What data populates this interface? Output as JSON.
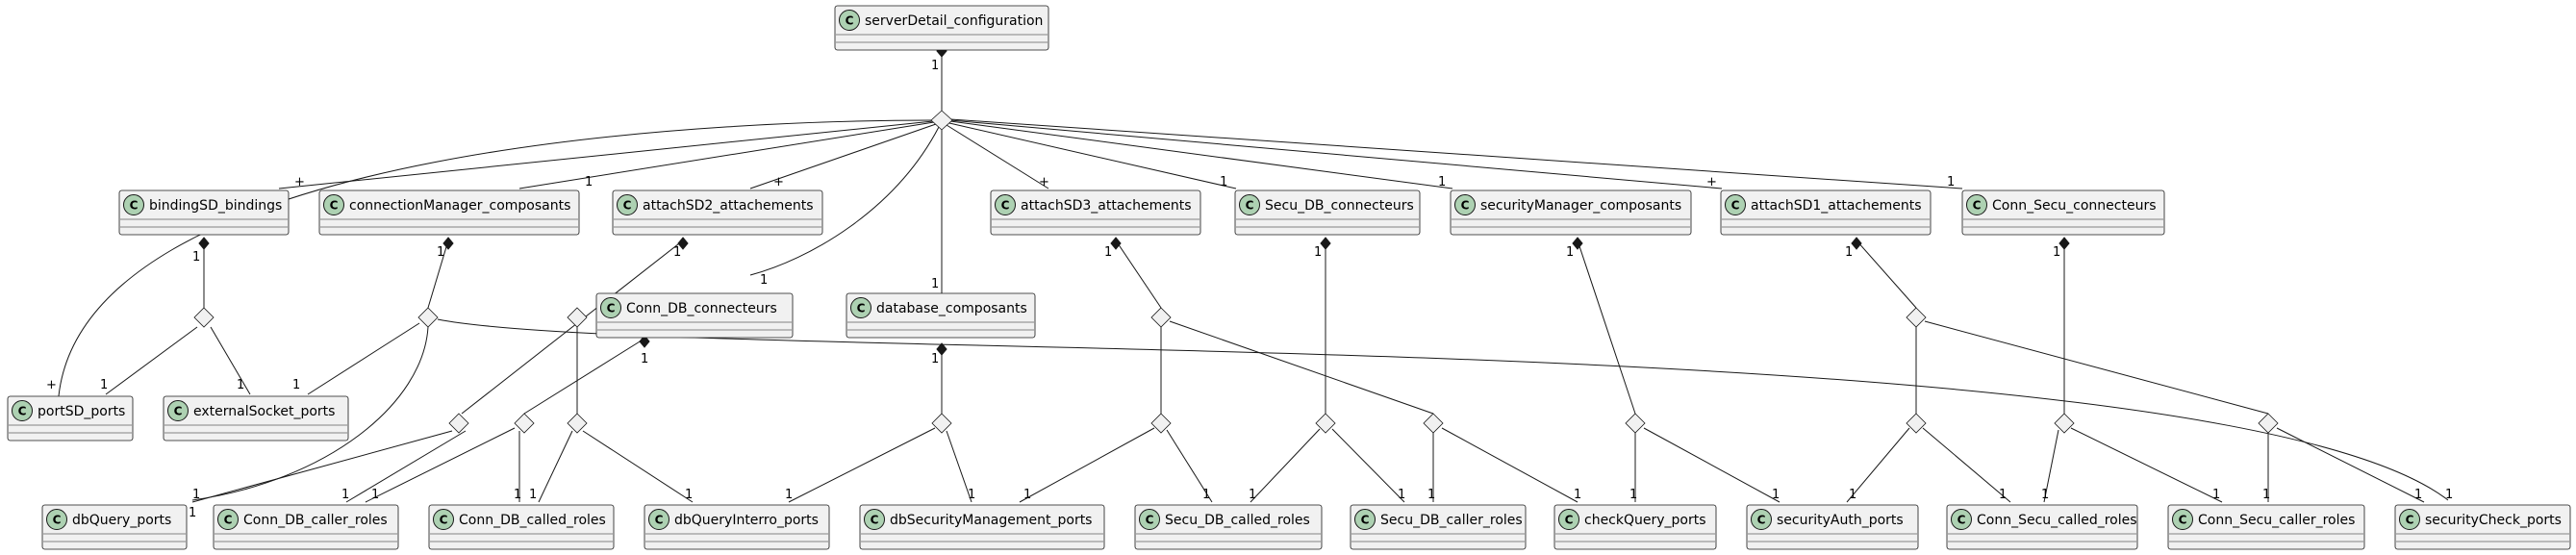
{
  "classes": [
    {
      "id": "serverDetail_configuration",
      "name": "serverDetail_configuration",
      "stereo": "C"
    },
    {
      "id": "bindingSD_bindings",
      "name": "bindingSD_bindings",
      "stereo": "C"
    },
    {
      "id": "connectionManager_composants",
      "name": "connectionManager_composants",
      "stereo": "C"
    },
    {
      "id": "attachSD2_attachements",
      "name": "attachSD2_attachements",
      "stereo": "C"
    },
    {
      "id": "Conn_DB_connecteurs",
      "name": "Conn_DB_connecteurs",
      "stereo": "C"
    },
    {
      "id": "database_composants",
      "name": "database_composants",
      "stereo": "C"
    },
    {
      "id": "attachSD3_attachements",
      "name": "attachSD3_attachements",
      "stereo": "C"
    },
    {
      "id": "Secu_DB_connecteurs",
      "name": "Secu_DB_connecteurs",
      "stereo": "C"
    },
    {
      "id": "securityManager_composants",
      "name": "securityManager_composants",
      "stereo": "C"
    },
    {
      "id": "attachSD1_attachements",
      "name": "attachSD1_attachements",
      "stereo": "C"
    },
    {
      "id": "Conn_Secu_connecteurs",
      "name": "Conn_Secu_connecteurs",
      "stereo": "C"
    },
    {
      "id": "portSD_ports",
      "name": "portSD_ports",
      "stereo": "C"
    },
    {
      "id": "externalSocket_ports",
      "name": "externalSocket_ports",
      "stereo": "C"
    },
    {
      "id": "dbQuery_ports",
      "name": "dbQuery_ports",
      "stereo": "C"
    },
    {
      "id": "Conn_DB_caller_roles",
      "name": "Conn_DB_caller_roles",
      "stereo": "C"
    },
    {
      "id": "Conn_DB_called_roles",
      "name": "Conn_DB_called_roles",
      "stereo": "C"
    },
    {
      "id": "dbQueryInterro_ports",
      "name": "dbQueryInterro_ports",
      "stereo": "C"
    },
    {
      "id": "dbSecurityManagement_ports",
      "name": "dbSecurityManagement_ports",
      "stereo": "C"
    },
    {
      "id": "Secu_DB_called_roles",
      "name": "Secu_DB_called_roles",
      "stereo": "C"
    },
    {
      "id": "Secu_DB_caller_roles",
      "name": "Secu_DB_caller_roles",
      "stereo": "C"
    },
    {
      "id": "checkQuery_ports",
      "name": "checkQuery_ports",
      "stereo": "C"
    },
    {
      "id": "securityAuth_ports",
      "name": "securityAuth_ports",
      "stereo": "C"
    },
    {
      "id": "Conn_Secu_called_roles",
      "name": "Conn_Secu_called_roles",
      "stereo": "C"
    },
    {
      "id": "Conn_Secu_caller_roles",
      "name": "Conn_Secu_caller_roles",
      "stereo": "C"
    },
    {
      "id": "securityCheck_ports",
      "name": "securityCheck_ports",
      "stereo": "C"
    }
  ],
  "multiplicities": {
    "one": "1",
    "many": "+"
  }
}
